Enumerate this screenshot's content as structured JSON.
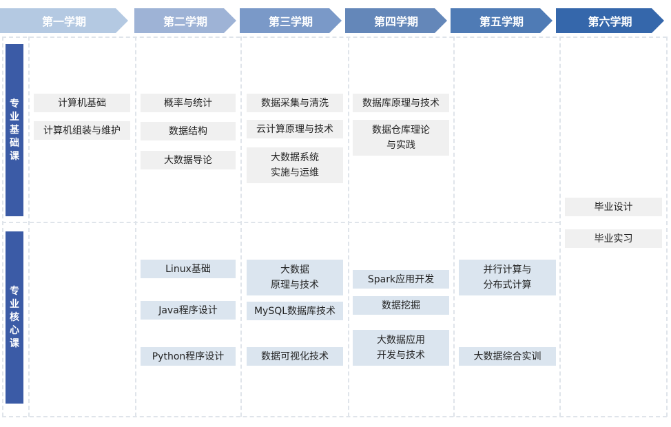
{
  "semesters": [
    "第一学期",
    "第二学期",
    "第三学期",
    "第四学期",
    "第五学期",
    "第六学期"
  ],
  "semester_colors": [
    "#b4c9e2",
    "#9eb3d6",
    "#7a99c8",
    "#6487b9",
    "#4f7bb5",
    "#3567ab"
  ],
  "categories": {
    "foundation": [
      "专",
      "业",
      "基",
      "础",
      "课"
    ],
    "core": [
      "专",
      "业",
      "核",
      "心",
      "课"
    ]
  },
  "courses": {
    "sem1": {
      "foundation": [
        "计算机基础",
        "计算机组装与维护"
      ]
    },
    "sem2": {
      "foundation": [
        "概率与统计",
        "数据结构",
        "大数据导论"
      ],
      "core": [
        "Linux基础",
        "Java程序设计",
        "Python程序设计"
      ]
    },
    "sem3": {
      "foundation": [
        "数据采集与清洗",
        "云计算原理与技术",
        "大数据系统\n实施与运维"
      ],
      "core": [
        "大数据\n原理与技术",
        "MySQL数据库技术",
        "数据可视化技术"
      ]
    },
    "sem4": {
      "foundation": [
        "数据库原理与技术",
        "数据仓库理论\n与实践"
      ],
      "core": [
        "Spark应用开发",
        "数据挖掘",
        "大数据应用\n开发与技术"
      ]
    },
    "sem5": {
      "core": [
        "并行计算与\n分布式计算",
        "大数据综合实训"
      ]
    },
    "sem6": {
      "shared": [
        "毕业设计",
        "毕业实习"
      ]
    }
  }
}
